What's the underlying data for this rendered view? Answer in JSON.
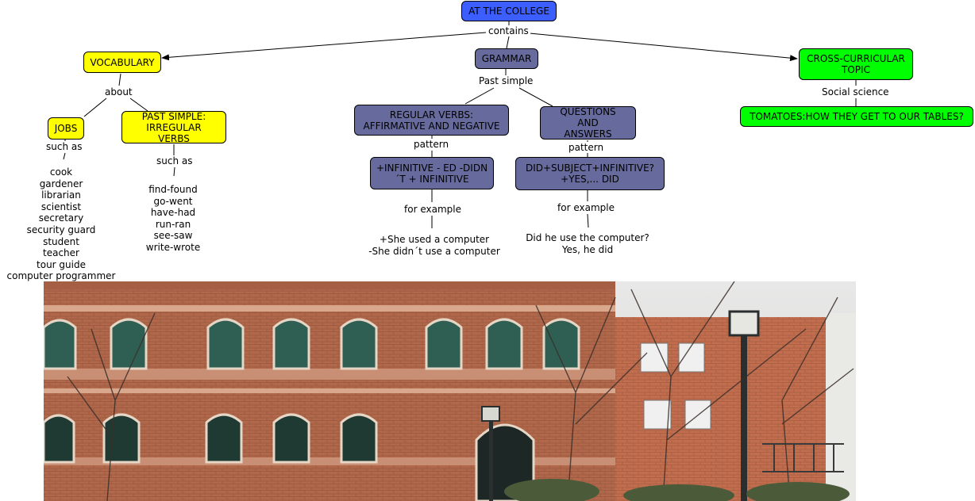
{
  "nodes": {
    "root": "AT THE COLLEGE",
    "vocabulary": "VOCABULARY",
    "grammar": "GRAMMAR",
    "cross": "CROSS-CURRICULAR TOPIC",
    "jobs": "JOBS",
    "irregular": "PAST SIMPLE: IRREGULAR VERBS",
    "regular": "REGULAR VERBS: AFFIRMATIVE AND NEGATIVE",
    "questions": "QUESTIONS AND ANSWERS",
    "regular_pattern": "+INFINITIVE - ED -DIDN´T + INFINITIVE",
    "questions_pattern": "DID+SUBJECT+INFINITIVE? +YES,... DID",
    "tomatoes": "TOMATOES:HOW THEY GET TO OUR TABLES?"
  },
  "links": {
    "contains": "contains",
    "about": "about",
    "past_simple": "Past simple",
    "social_science": "Social science",
    "jobs_such_as": "such as",
    "irregular_such_as": "such as",
    "regular_pattern": "pattern",
    "questions_pattern": "pattern",
    "regular_example": "for example",
    "questions_example": "for example"
  },
  "lists": {
    "jobs": [
      "cook",
      "gardener",
      "librarian",
      "scientist",
      "secretary",
      "security guard",
      "student",
      "teacher",
      "tour guide",
      "computer programmer"
    ],
    "irregular": [
      "find-found",
      "go-went",
      "have-had",
      "run-ran",
      "see-saw",
      "write-wrote"
    ],
    "regular_examples": [
      "+She used a computer",
      "-She didn´t use a computer"
    ],
    "question_examples": [
      "Did he use the computer?",
      "Yes, he did"
    ]
  },
  "colors": {
    "root": "#3d5eff",
    "vocabulary": "#ffff00",
    "grammar": "#666a9c",
    "cross": "#00ff00"
  }
}
